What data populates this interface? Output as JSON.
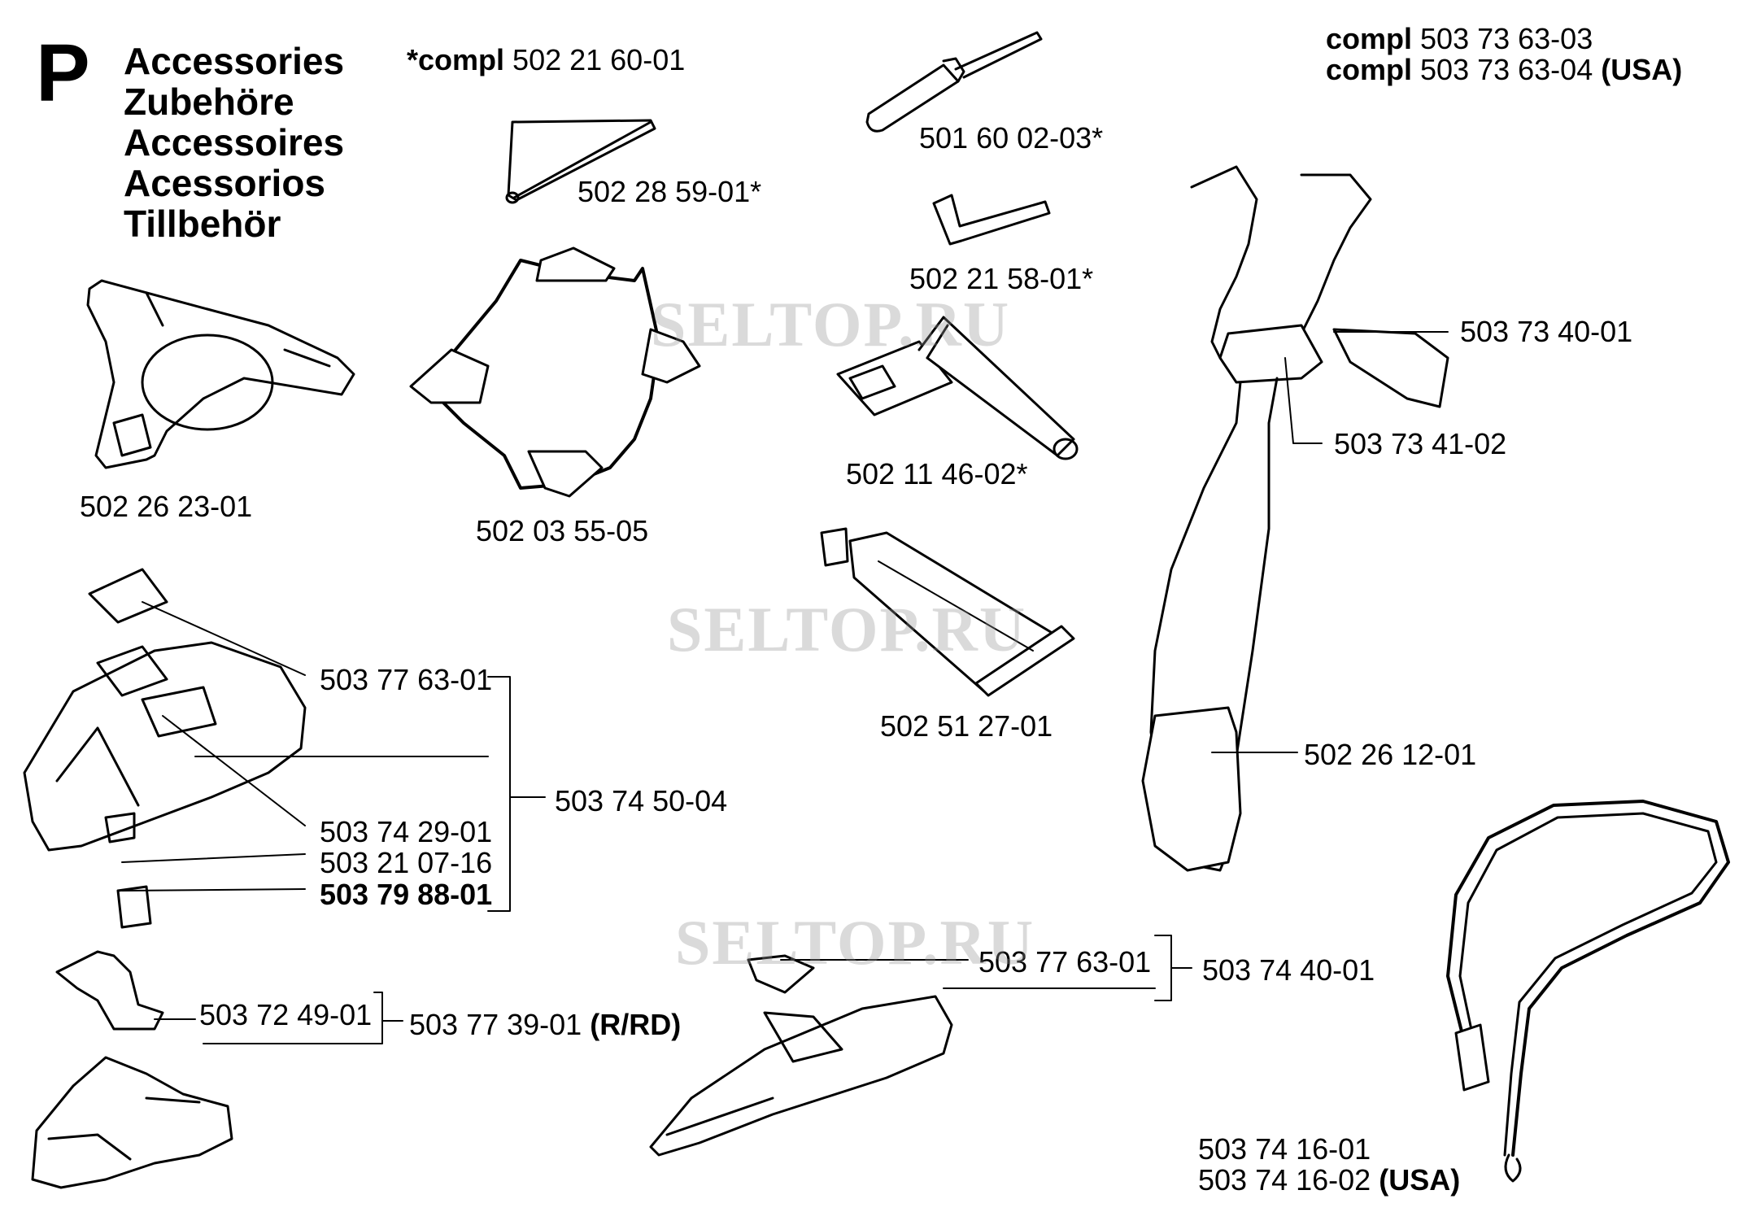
{
  "section": {
    "letter": "P",
    "titles": [
      "Accessories",
      "Zubehöre",
      "Accessoires",
      "Acessorios",
      "Tillbehör"
    ]
  },
  "compl_note": {
    "prefix": "*compl",
    "number": "502 21 60-01"
  },
  "harness_compl": [
    {
      "prefix": "compl",
      "number": "503 73 63-03",
      "suffix": ""
    },
    {
      "prefix": "compl",
      "number": "503 73 63-04",
      "suffix": "(USA)"
    }
  ],
  "parts": {
    "p_502286": "502 28 59-01*",
    "p_501600": "501 60 02-03*",
    "p_502215": "502 21 58-01*",
    "p_502114": "502 11 46-02*",
    "p_502512": "502 51 27-01",
    "p_502262": "502 26 23-01",
    "p_502035": "502 03 55-05",
    "p_503734": "503 73 40-01",
    "p_503741": "503 73 41-02",
    "p_502261": "502 26 12-01",
    "p_503776a": "503 77 63-01",
    "p_503745": "503 74 50-04",
    "p_503742": "503 74 29-01",
    "p_503210": "503 21 07-16",
    "p_503798": "503 79 88-01",
    "p_503724": "503 72 49-01",
    "p_503773": "503 77 39-01",
    "p_503773_suffix": "(R/RD)",
    "p_503776b": "503 77 63-01",
    "p_503744": "503 74 40-01",
    "p_503741a": "503 74 16-01",
    "p_503741b": "503 74 16-02",
    "p_503741b_suffix": "(USA)"
  },
  "watermark": "SELTOP.RU",
  "icons": [
    "rod-icon",
    "file-icon",
    "hex-key-icon",
    "spark-plug-wrench-icon",
    "grease-tube-icon",
    "support-cup-icon",
    "blade-guard-frame-icon",
    "harness-icon",
    "guard-icon",
    "bracket-icon",
    "shoulder-strap-icon"
  ]
}
